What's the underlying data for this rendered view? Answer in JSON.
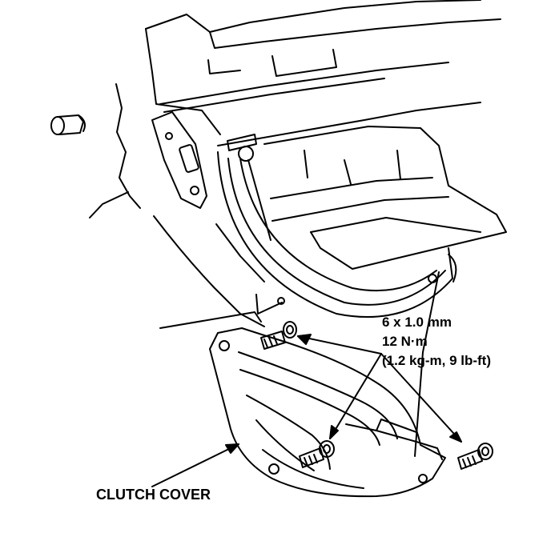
{
  "labels": {
    "bolt_size": "6 x 1.0 mm",
    "torque_nm": "12 N·m",
    "torque_alt": "(1.2 kg-m, 9 lb-ft)",
    "part_name": "CLUTCH COVER"
  },
  "colors": {
    "ink": "#000000",
    "paper": "#ffffff"
  },
  "icons": [
    "flange-bolt-icon",
    "arrow-icon"
  ]
}
